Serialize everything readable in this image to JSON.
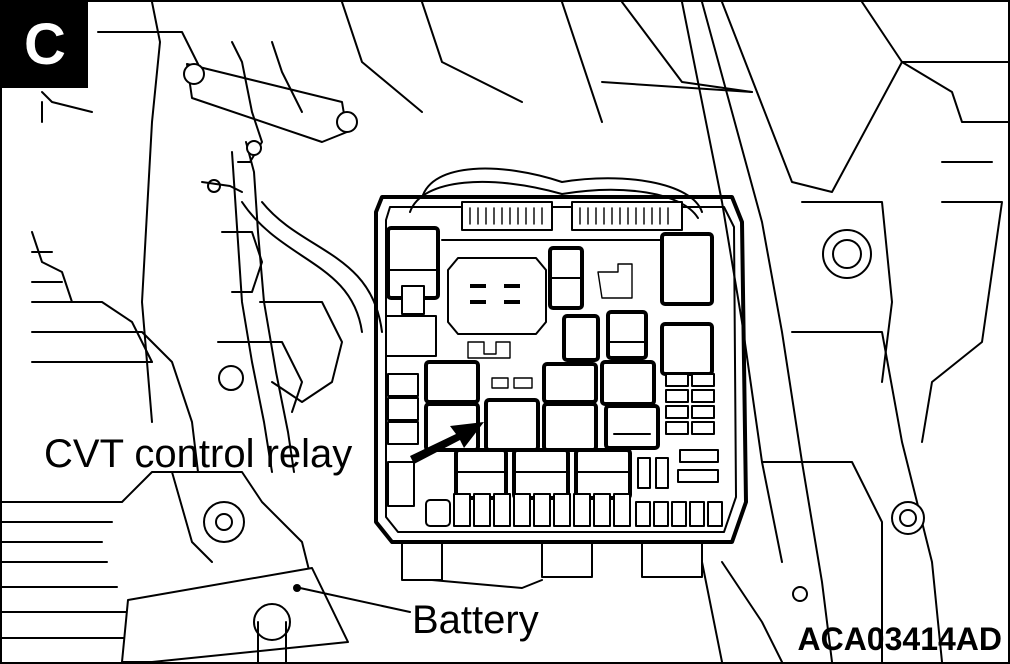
{
  "figure": {
    "panel_label": "C",
    "figure_code": "ACA03414AD"
  },
  "callouts": {
    "relay_label": "CVT control relay",
    "battery_label": "Battery"
  }
}
